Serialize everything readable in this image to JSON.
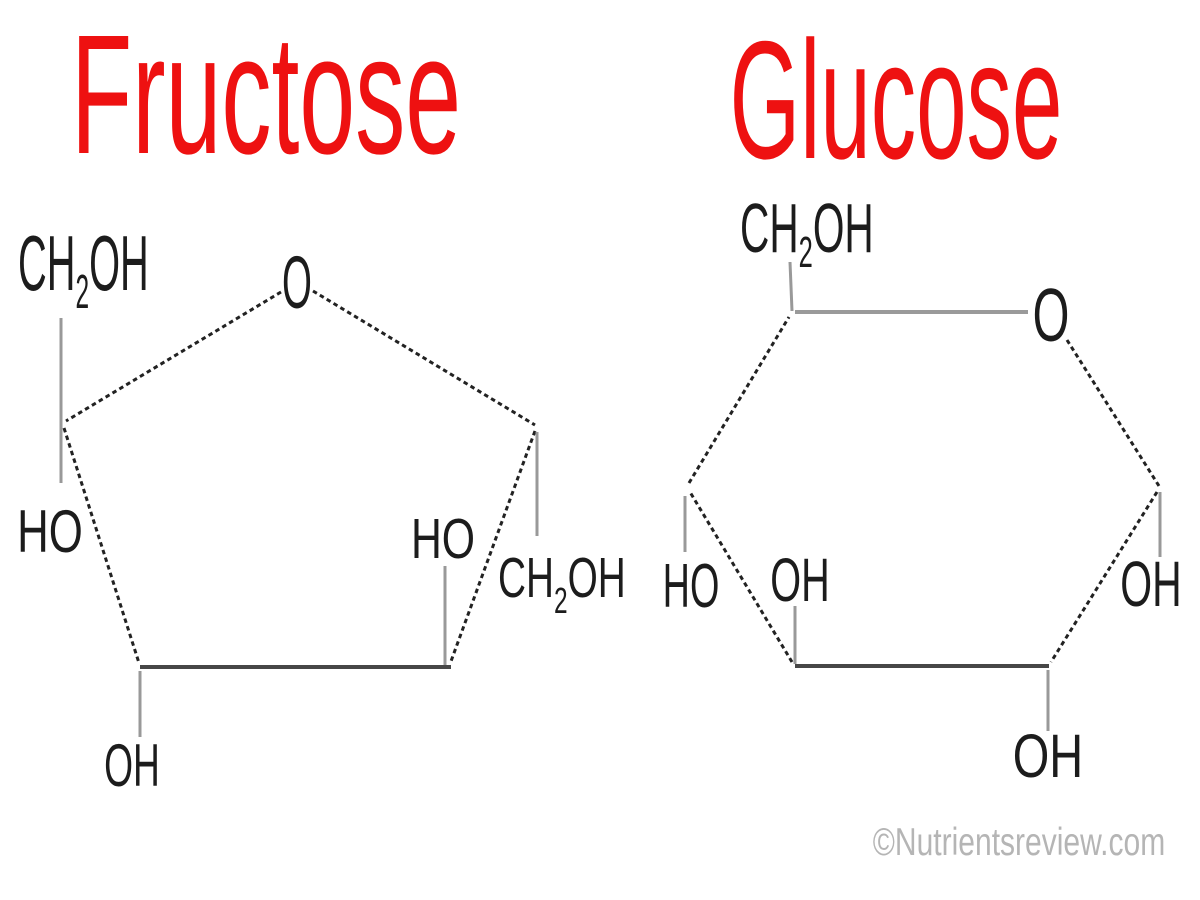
{
  "figure": {
    "fructose": {
      "title": "Fructose",
      "ring_oxygen": "O",
      "ch2oh_top": {
        "main": "CH",
        "sub": "2",
        "tail": "OH"
      },
      "ho_left": "HO",
      "oh_bottom": "OH",
      "ho_right": "HO",
      "ch2oh_right": {
        "main": "CH",
        "sub": "2",
        "tail": "OH"
      }
    },
    "glucose": {
      "title": "Glucose",
      "ring_oxygen": "O",
      "ch2oh_top": {
        "main": "CH",
        "sub": "2",
        "tail": "OH"
      },
      "ho_left": "HO",
      "oh_inner": "OH",
      "oh_right": "OH",
      "oh_bottom": "OH"
    },
    "watermark": "©Nutrientsreview.com",
    "colors": {
      "title_red": "#ee1111",
      "label_black": "#1c1c1c",
      "ring_line_dark": "#222222",
      "edge_dark_gray": "#474747",
      "bond_gray": "#999999",
      "watermark_gray": "#b5b5b5"
    }
  }
}
